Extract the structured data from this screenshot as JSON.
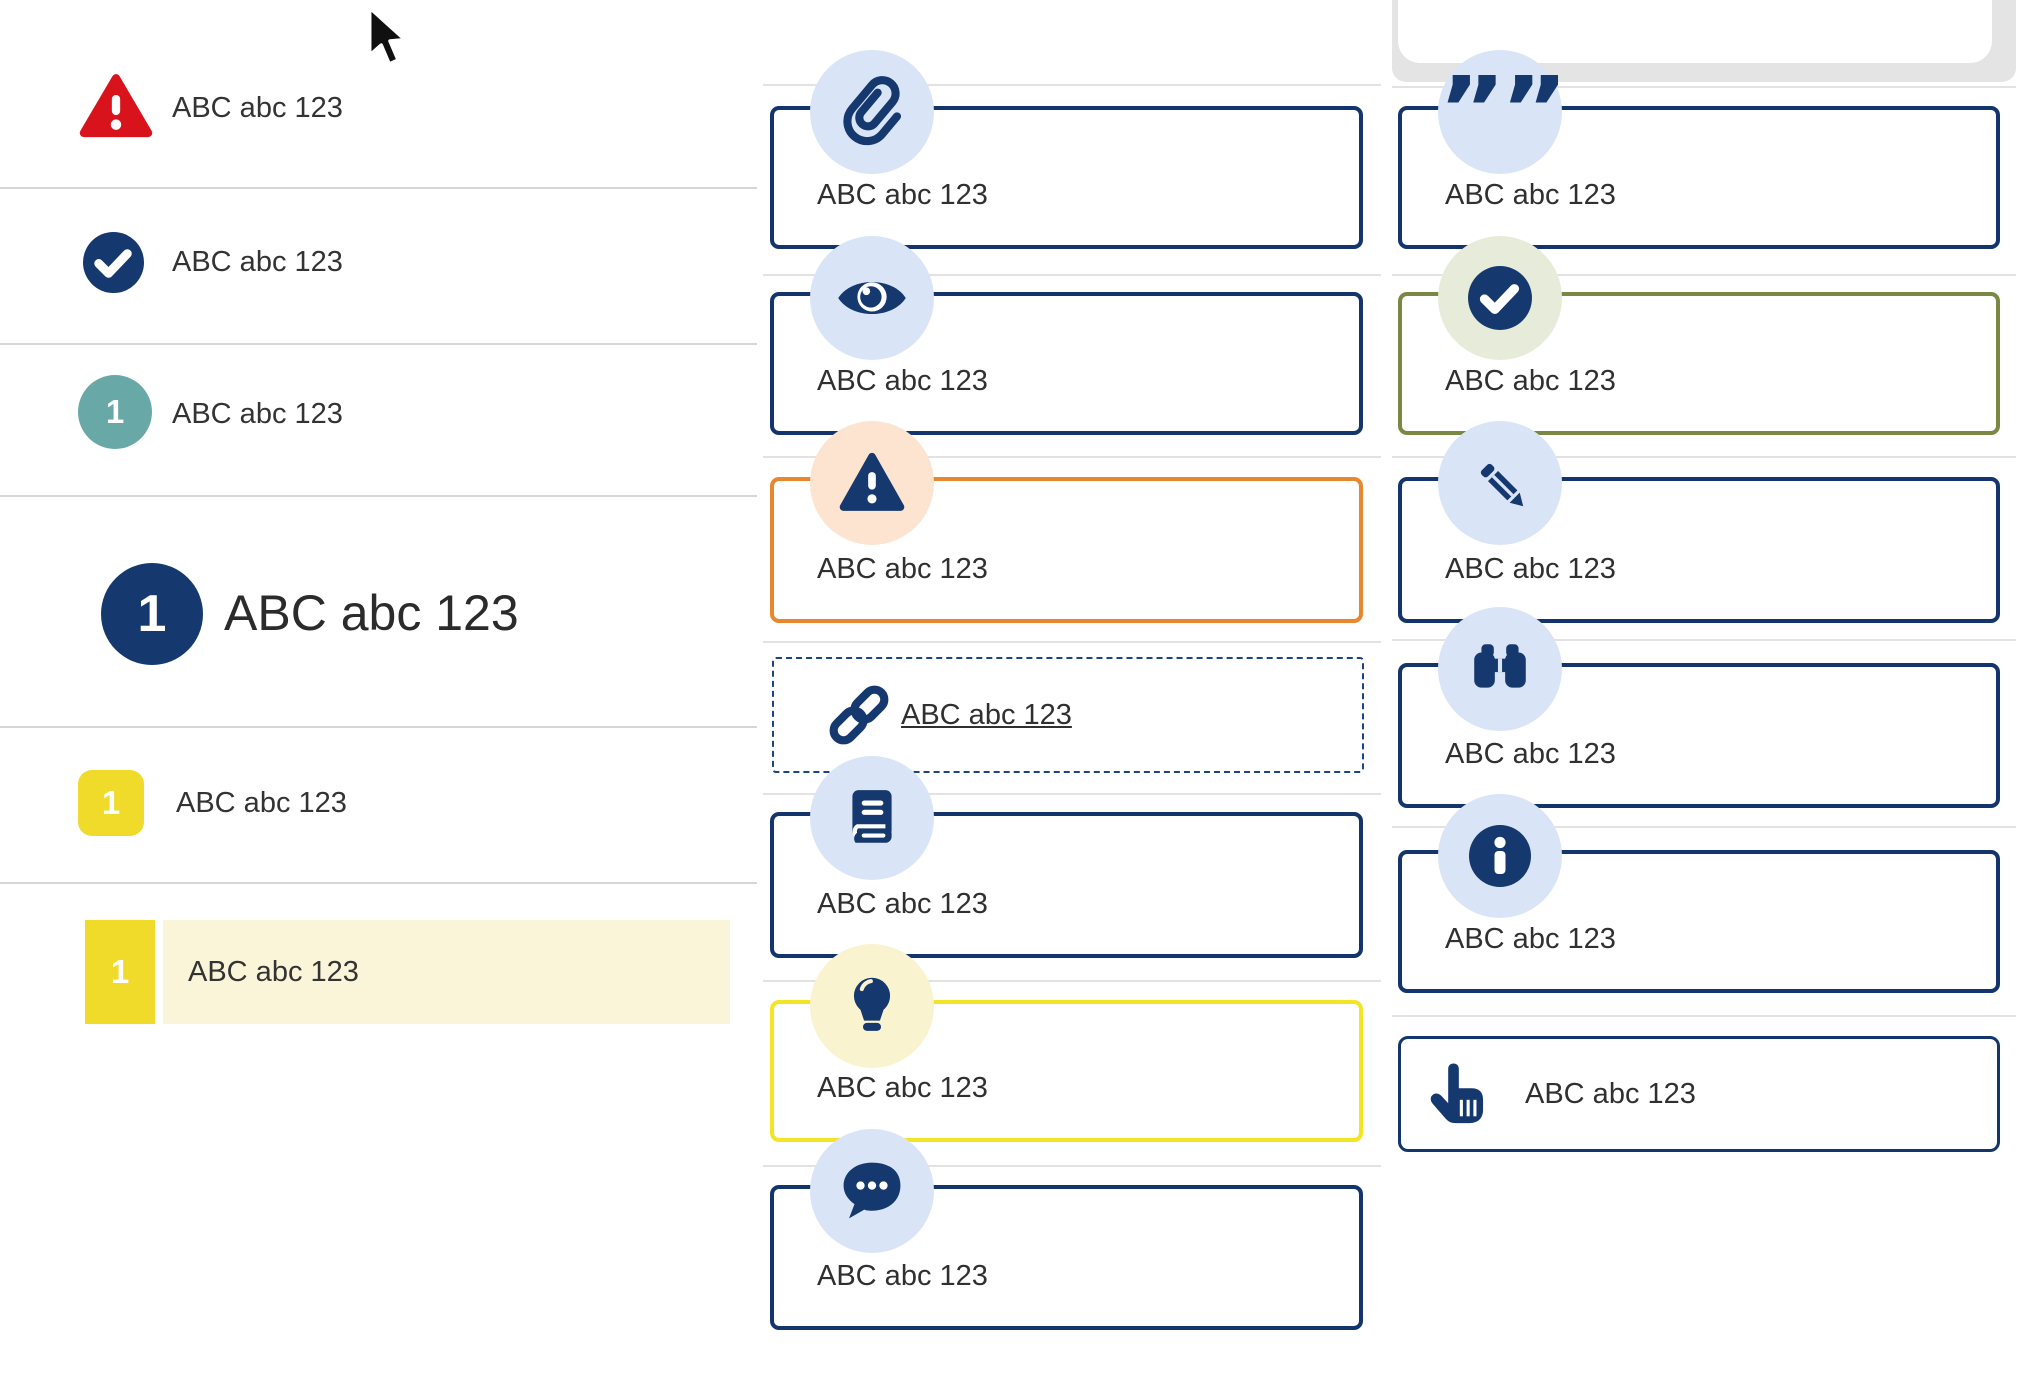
{
  "left_list": {
    "items": [
      {
        "icon": "alert-triangle-icon",
        "label": "ABC abc 123"
      },
      {
        "icon": "check-circle-icon",
        "label": "ABC abc 123"
      },
      {
        "icon": "step-badge-teal",
        "number": "1",
        "label": "ABC abc 123"
      },
      {
        "icon": "step-badge-navy-large",
        "number": "1",
        "label": "ABC abc 123"
      },
      {
        "icon": "step-badge-yellow",
        "number": "1",
        "label": "ABC abc 123"
      },
      {
        "icon": "step-badge-yellow-highlighted",
        "number": "1",
        "label": "ABC abc 123",
        "highlighted": true
      }
    ]
  },
  "middle_callouts": {
    "cards": [
      {
        "icon": "paperclip-icon",
        "label": "ABC abc 123",
        "style": "navy"
      },
      {
        "icon": "eye-icon",
        "label": "ABC abc 123",
        "style": "navy"
      },
      {
        "icon": "warning-icon",
        "label": "ABC abc 123",
        "style": "orange"
      },
      {
        "icon": "link-icon",
        "label": "ABC abc 123",
        "style": "dashed",
        "is_link": true
      },
      {
        "icon": "book-icon",
        "label": "ABC abc 123",
        "style": "navy"
      },
      {
        "icon": "lightbulb-icon",
        "label": "ABC abc 123",
        "style": "yellow"
      },
      {
        "icon": "chat-icon",
        "label": "ABC abc 123",
        "style": "navy"
      }
    ]
  },
  "right_callouts": {
    "cards": [
      {
        "icon": "quote-icon",
        "label": "ABC abc 123",
        "style": "navy"
      },
      {
        "icon": "check-icon",
        "label": "ABC abc 123",
        "style": "olive"
      },
      {
        "icon": "pencil-icon",
        "label": "ABC abc 123",
        "style": "navy"
      },
      {
        "icon": "binoculars-icon",
        "label": "ABC abc 123",
        "style": "navy"
      },
      {
        "icon": "info-icon",
        "label": "ABC abc 123",
        "style": "navy"
      },
      {
        "icon": "hand-icon",
        "label": "ABC abc 123",
        "style": "navy-thin"
      }
    ]
  },
  "colors": {
    "navy": "#14356c",
    "icon_navy": "#15386e",
    "red": "#d8131b",
    "teal": "#68a9a8",
    "yellow": "#f0da2a",
    "border_yellow": "#f3e426",
    "orange": "#e8872e",
    "olive": "#7a8843",
    "badge_blue": "#d9e5f7",
    "badge_peach": "#fce4d0",
    "badge_green": "#e7ecda",
    "badge_paleyellow": "#faf3d0",
    "highlight_row": "#faf5d8"
  },
  "quote_glyph": "””"
}
